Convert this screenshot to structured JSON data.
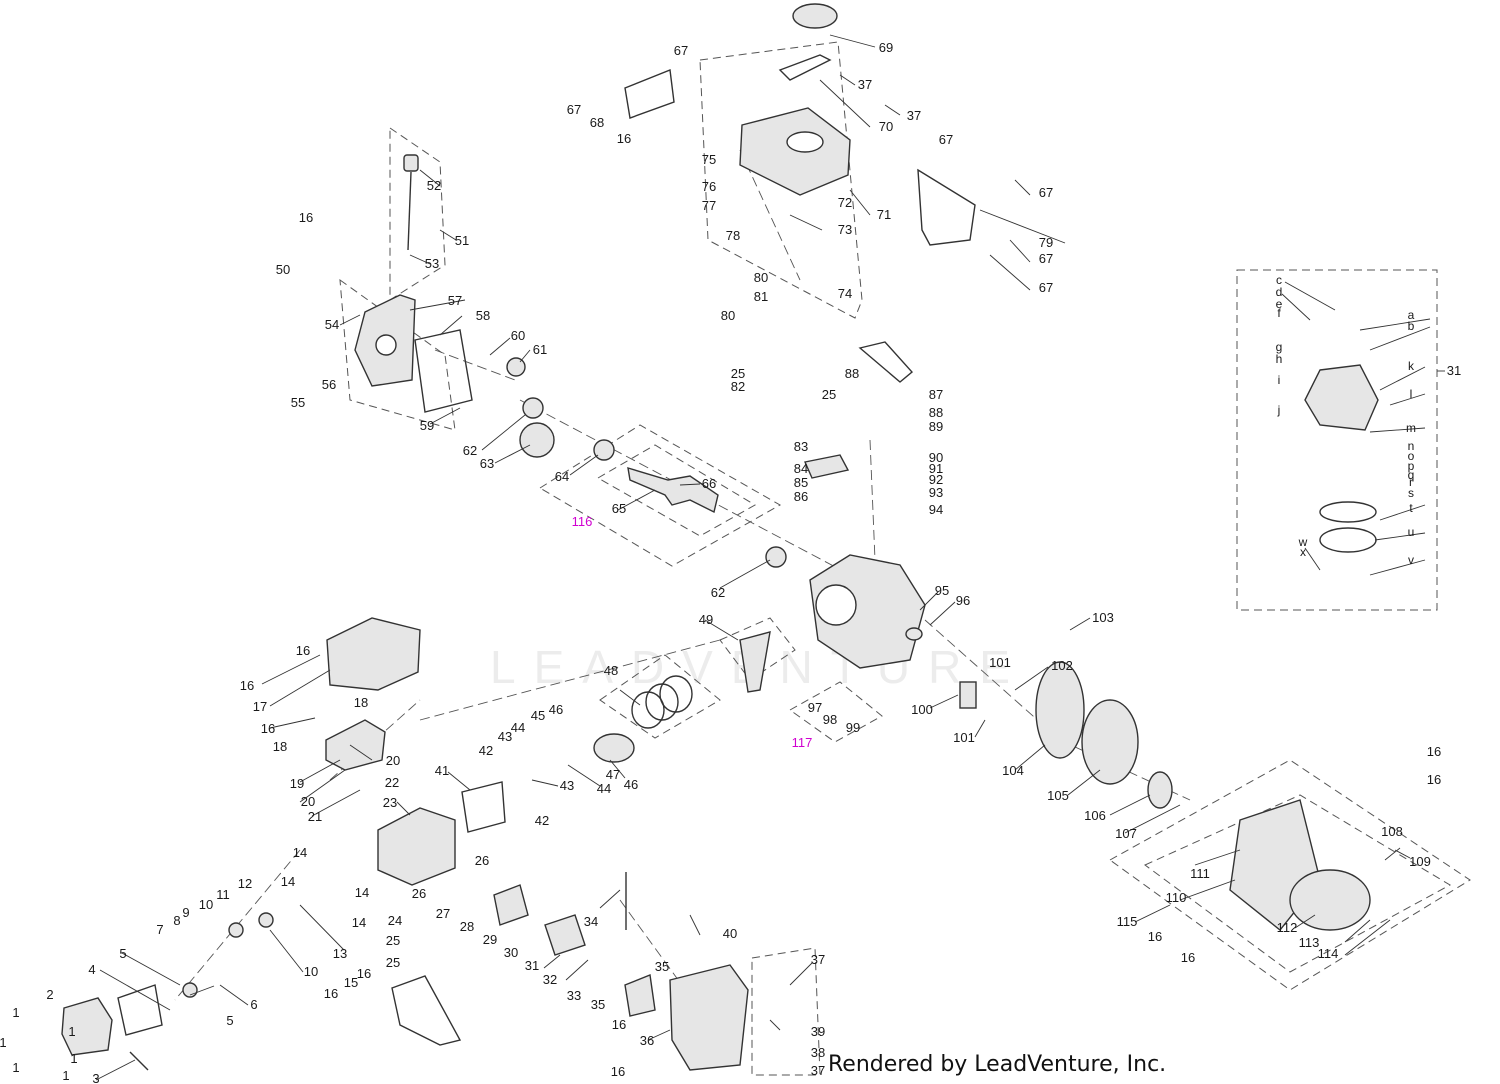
{
  "watermark_text": "LEADVENTURE",
  "credit": "Rendered by LeadVenture, Inc.",
  "colors": {
    "line": "#333333",
    "dash": "#555555",
    "kit_label": "#d000d0",
    "part_fill": "#e6e6e6",
    "watermark": "#ececec"
  },
  "labels": [
    {
      "t": "69"
    },
    {
      "t": "67"
    },
    {
      "t": "67"
    },
    {
      "t": "68"
    },
    {
      "t": "16"
    },
    {
      "t": "37"
    },
    {
      "t": "37"
    },
    {
      "t": "70"
    },
    {
      "t": "75"
    },
    {
      "t": "76"
    },
    {
      "t": "77"
    },
    {
      "t": "72"
    },
    {
      "t": "71"
    },
    {
      "t": "73"
    },
    {
      "t": "78"
    },
    {
      "t": "80"
    },
    {
      "t": "81"
    },
    {
      "t": "74"
    },
    {
      "t": "80"
    },
    {
      "t": "67"
    },
    {
      "t": "67"
    },
    {
      "t": "79"
    },
    {
      "t": "67"
    },
    {
      "t": "67"
    },
    {
      "t": "52"
    },
    {
      "t": "16"
    },
    {
      "t": "51"
    },
    {
      "t": "50"
    },
    {
      "t": "53"
    },
    {
      "t": "54"
    },
    {
      "t": "57"
    },
    {
      "t": "58"
    },
    {
      "t": "56"
    },
    {
      "t": "55"
    },
    {
      "t": "60"
    },
    {
      "t": "61"
    },
    {
      "t": "59"
    },
    {
      "t": "62"
    },
    {
      "t": "63"
    },
    {
      "t": "64"
    },
    {
      "t": "66"
    },
    {
      "t": "65"
    },
    {
      "t": "116",
      "kit": true
    },
    {
      "t": "25"
    },
    {
      "t": "82"
    },
    {
      "t": "25"
    },
    {
      "t": "88"
    },
    {
      "t": "87"
    },
    {
      "t": "88"
    },
    {
      "t": "89"
    },
    {
      "t": "83"
    },
    {
      "t": "90"
    },
    {
      "t": "91"
    },
    {
      "t": "92"
    },
    {
      "t": "84"
    },
    {
      "t": "85"
    },
    {
      "t": "93"
    },
    {
      "t": "86"
    },
    {
      "t": "94"
    },
    {
      "t": "62"
    },
    {
      "t": "95"
    },
    {
      "t": "96"
    },
    {
      "t": "49"
    },
    {
      "t": "48"
    },
    {
      "t": "103"
    },
    {
      "t": "101"
    },
    {
      "t": "102"
    },
    {
      "t": "97"
    },
    {
      "t": "98"
    },
    {
      "t": "99"
    },
    {
      "t": "100"
    },
    {
      "t": "117",
      "kit": true
    },
    {
      "t": "101"
    },
    {
      "t": "104"
    },
    {
      "t": "46"
    },
    {
      "t": "45"
    },
    {
      "t": "44"
    },
    {
      "t": "43"
    },
    {
      "t": "42"
    },
    {
      "t": "47"
    },
    {
      "t": "43"
    },
    {
      "t": "44"
    },
    {
      "t": "46"
    },
    {
      "t": "105"
    },
    {
      "t": "42"
    },
    {
      "t": "106"
    },
    {
      "t": "107"
    },
    {
      "t": "16"
    },
    {
      "t": "16"
    },
    {
      "t": "16"
    },
    {
      "t": "16"
    },
    {
      "t": "17"
    },
    {
      "t": "18"
    },
    {
      "t": "16"
    },
    {
      "t": "18"
    },
    {
      "t": "20"
    },
    {
      "t": "19"
    },
    {
      "t": "20"
    },
    {
      "t": "21"
    },
    {
      "t": "22"
    },
    {
      "t": "23"
    },
    {
      "t": "41"
    },
    {
      "t": "14"
    },
    {
      "t": "26"
    },
    {
      "t": "14"
    },
    {
      "t": "14"
    },
    {
      "t": "26"
    },
    {
      "t": "14"
    },
    {
      "t": "27"
    },
    {
      "t": "12"
    },
    {
      "t": "11"
    },
    {
      "t": "10"
    },
    {
      "t": "9"
    },
    {
      "t": "8"
    },
    {
      "t": "7"
    },
    {
      "t": "13"
    },
    {
      "t": "10"
    },
    {
      "t": "28"
    },
    {
      "t": "29"
    },
    {
      "t": "34"
    },
    {
      "t": "40"
    },
    {
      "t": "30"
    },
    {
      "t": "31"
    },
    {
      "t": "32"
    },
    {
      "t": "33"
    },
    {
      "t": "35"
    },
    {
      "t": "35"
    },
    {
      "t": "24"
    },
    {
      "t": "25"
    },
    {
      "t": "25"
    },
    {
      "t": "16"
    },
    {
      "t": "15"
    },
    {
      "t": "16"
    },
    {
      "t": "5"
    },
    {
      "t": "4"
    },
    {
      "t": "6"
    },
    {
      "t": "5"
    },
    {
      "t": "2"
    },
    {
      "t": "1"
    },
    {
      "t": "1"
    },
    {
      "t": "1"
    },
    {
      "t": "1"
    },
    {
      "t": "1"
    },
    {
      "t": "1"
    },
    {
      "t": "3"
    },
    {
      "t": "37"
    },
    {
      "t": "39"
    },
    {
      "t": "16"
    },
    {
      "t": "36"
    },
    {
      "t": "38"
    },
    {
      "t": "37"
    },
    {
      "t": "16"
    },
    {
      "t": "108"
    },
    {
      "t": "109"
    },
    {
      "t": "111"
    },
    {
      "t": "110"
    },
    {
      "t": "115"
    },
    {
      "t": "16"
    },
    {
      "t": "112"
    },
    {
      "t": "113"
    },
    {
      "t": "114"
    },
    {
      "t": "16"
    },
    {
      "t": "c"
    },
    {
      "t": "d"
    },
    {
      "t": "e"
    },
    {
      "t": "f"
    },
    {
      "t": "a"
    },
    {
      "t": "b"
    },
    {
      "t": "g"
    },
    {
      "t": "h"
    },
    {
      "t": "i"
    },
    {
      "t": "k"
    },
    {
      "t": "31"
    },
    {
      "t": "l"
    },
    {
      "t": "j"
    },
    {
      "t": "m"
    },
    {
      "t": "n"
    },
    {
      "t": "o"
    },
    {
      "t": "p"
    },
    {
      "t": "q"
    },
    {
      "t": "r"
    },
    {
      "t": "s"
    },
    {
      "t": "t"
    },
    {
      "t": "u"
    },
    {
      "t": "w"
    },
    {
      "t": "x"
    },
    {
      "t": "v"
    }
  ]
}
